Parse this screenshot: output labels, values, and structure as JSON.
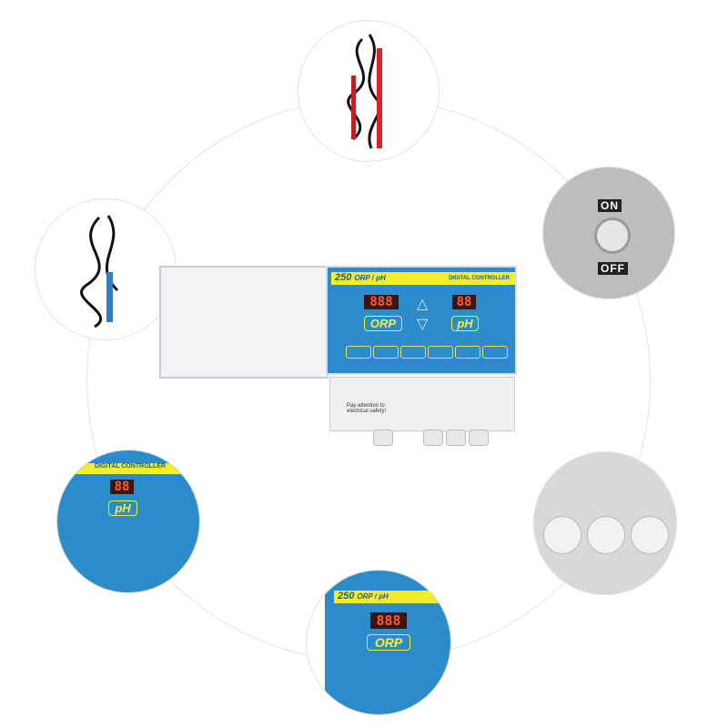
{
  "product": {
    "model": "250",
    "title": "ORP / pH",
    "subtitle": "DIGITAL CONTROLLER",
    "orp_label": "ORP",
    "ph_label": "pH",
    "orp_display": "888",
    "ph_display": "88",
    "notice": "Pay attention to electrical safety!"
  },
  "switch": {
    "on_label": "ON",
    "off_label": "OFF"
  },
  "colors": {
    "panel": "#2c8bc9",
    "band": "#f4ee2a",
    "label": "#f6ef3a",
    "led": "#ff5a2a"
  }
}
